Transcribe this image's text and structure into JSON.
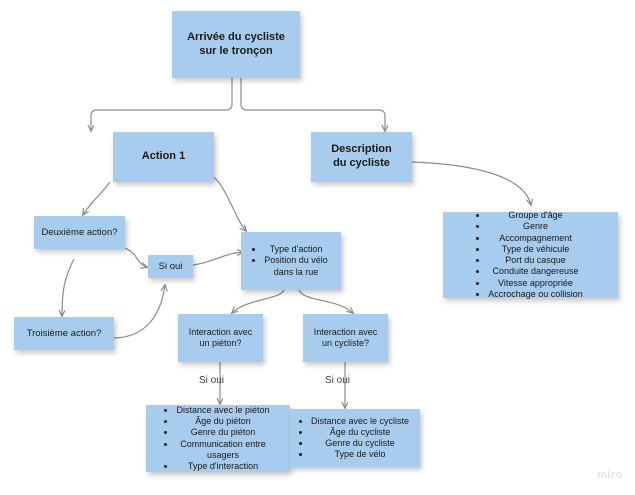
{
  "diagram": {
    "title": "Arrivée du cycliste sur le tronçon",
    "background_color": "#ffffff",
    "node_fill_color": "#a8cced",
    "edge_color": "#8c8c8c",
    "nodes": {
      "start": {
        "label": "Arrivée du cycliste\nsur le tronçon"
      },
      "action1": {
        "label": "Action 1"
      },
      "description": {
        "label": "Description\ndu cycliste"
      },
      "deuxieme_action": {
        "label": "Deuxième action?"
      },
      "troisieme_action": {
        "label": "Troisième action?"
      },
      "si_oui_box": {
        "label": "Si oui"
      },
      "type_action": {
        "items": [
          "Type d'action",
          "Position du vélo\ndans la rue"
        ]
      },
      "cyclist_details": {
        "items": [
          "Groupe d'âge",
          "Genre",
          "Accompagnement",
          "Type de véhicule",
          "Port du casque",
          "Conduite dangereuse",
          "Vitesse appropriée",
          "Accrochage ou collision"
        ]
      },
      "interaction_pieton": {
        "label": "Interaction avec\nun piéton?"
      },
      "interaction_cycliste": {
        "label": "Interaction avec\nun cycliste?"
      },
      "pieton_details": {
        "items": [
          "Distance avec le piéton",
          "Âge du piéton",
          "Genre du piéton",
          "Communication entre\nusagers",
          "Type d'interaction"
        ]
      },
      "cycliste_details": {
        "items": [
          "Distance avec le cycliste",
          "Âge du cycliste",
          "Genre du cycliste",
          "Type de vélo"
        ]
      }
    },
    "edge_labels": {
      "pieton_yes": "Si oui",
      "cycliste_yes": "Si oui"
    },
    "watermark": "miro"
  }
}
